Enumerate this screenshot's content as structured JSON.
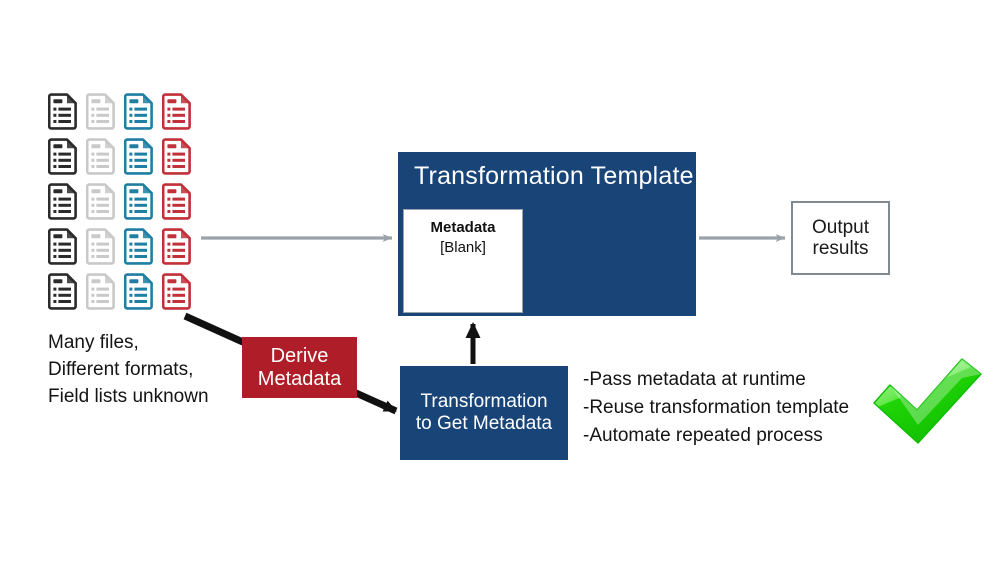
{
  "diagram": {
    "title": "Transformation Template metadata-driven process diagram",
    "colors": {
      "blue": "#194478",
      "red": "#AF1E28",
      "gray_arrow": "#9aa2ab",
      "black_arrow": "#111111",
      "check_green": "#2ee01c",
      "icon_dark": "#2b2b2b",
      "icon_light": "#c9c9c9",
      "icon_teal": "#1f7fa3",
      "icon_red": "#c2303a"
    }
  },
  "icon_grid": {
    "name": "document-icon-grid",
    "rows": 5,
    "columns": 4,
    "column_colors": [
      "#2b2b2b",
      "#c9c9c9",
      "#1f7fa3",
      "#c2303a"
    ],
    "icon_label": "document-icon"
  },
  "source_caption": {
    "lines": [
      "Many files,",
      "Different formats,",
      "Field lists unknown"
    ]
  },
  "template_box": {
    "title": "Transformation Template",
    "metadata": {
      "title": "Metadata",
      "value": "[Blank]"
    }
  },
  "output_box": {
    "lines": [
      "Output",
      "results"
    ]
  },
  "derive_box": {
    "lines": [
      "Derive",
      "Metadata"
    ]
  },
  "get_metadata_box": {
    "lines": [
      "Transformation",
      "to Get Metadata"
    ]
  },
  "benefits": {
    "items": [
      "-Pass metadata at runtime",
      "-Reuse transformation template",
      "-Automate repeated process"
    ]
  },
  "check_mark": {
    "name": "green-check-icon",
    "symbol": "check"
  },
  "arrows": [
    {
      "name": "arrow-files-to-template",
      "style": "gray",
      "direction": "right"
    },
    {
      "name": "arrow-template-to-output",
      "style": "gray",
      "direction": "right"
    },
    {
      "name": "arrow-files-to-get-metadata",
      "style": "black-thick",
      "direction": "down-right"
    },
    {
      "name": "arrow-get-metadata-to-metadata",
      "style": "black",
      "direction": "up"
    }
  ]
}
